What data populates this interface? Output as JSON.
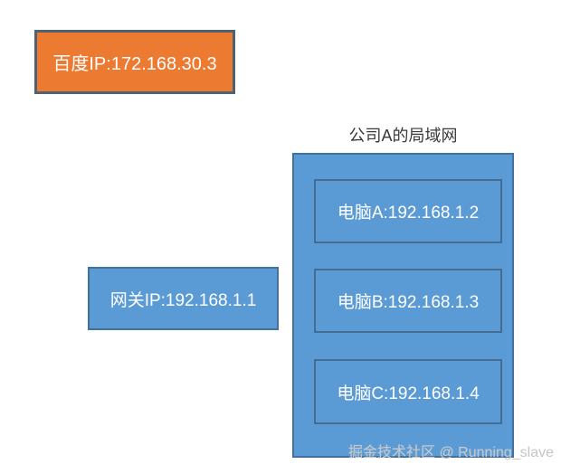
{
  "diagram": {
    "baidu_box": {
      "label": "百度IP:172.168.30.3"
    },
    "gateway_box": {
      "label": "网关IP:192.168.1.1"
    },
    "lan": {
      "title": "公司A的局域网",
      "computers": [
        {
          "label": "电脑A:192.168.1.2"
        },
        {
          "label": "电脑B:192.168.1.3"
        },
        {
          "label": "电脑C:192.168.1.4"
        }
      ]
    },
    "watermark": "掘金技术社区 @ Running_slave",
    "colors": {
      "orange_fill": "#ED7A31",
      "orange_border": "#4D6374",
      "blue_fill": "#5B9BD5",
      "blue_border": "#41719C",
      "inner_box_border": "#456D94",
      "box_text": "#FFFFFF",
      "title_text": "#3A3A3A",
      "watermark_text": "#C6C6C6"
    }
  }
}
